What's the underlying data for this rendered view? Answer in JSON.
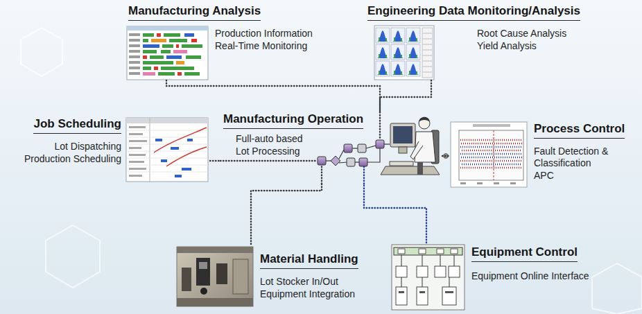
{
  "diagram": {
    "nodes": [
      {
        "text": [
          "Manufacturing Analysis",
          "Production Information",
          "Real-Time Monitoring"
        ]
      },
      {
        "text": [
          "Engineering Data Monitoring/Analysis",
          "Root Cause Analysis",
          "Yield Analysis"
        ]
      },
      {
        "text": [
          "Job Scheduling",
          "Lot Dispatching",
          "Production Scheduling"
        ]
      },
      {
        "text": [
          "Manufacturing Operation",
          "Full-auto based",
          "Lot Processing"
        ]
      },
      {
        "text": [
          "Process Control",
          "Fault Detection & Classification",
          "APC"
        ]
      },
      {
        "text": [
          "Material Handling",
          "Lot Stocker In/Out",
          "Equipment Integration"
        ]
      },
      {
        "text": [
          "Equipment Control",
          "Equipment Online Interface"
        ]
      }
    ],
    "edges": [
      {
        "from": 0,
        "to": 3,
        "arrow": "none"
      },
      {
        "from": 1,
        "to": 3,
        "arrow": "none"
      },
      {
        "from": 2,
        "to": 3,
        "arrow": "none"
      },
      {
        "from": 3,
        "to": 4,
        "arrow": "none"
      },
      {
        "from": 5,
        "to": 3,
        "arrow": "none"
      },
      {
        "from": 6,
        "to": 3,
        "arrow": "none"
      }
    ]
  }
}
